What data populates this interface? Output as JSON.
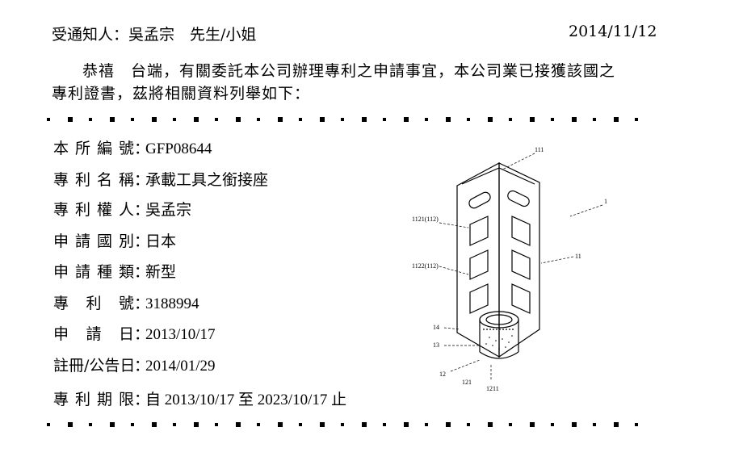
{
  "header": {
    "recipient_label": "受通知人：吳孟宗　先生/小姐",
    "date": "2014/11/12"
  },
  "greeting": {
    "line1": "恭禧　台端，有關委託本公司辦理專利之申請事宜，本公司業已接獲該國之",
    "line2": "專利證書，茲將相關資料列舉如下："
  },
  "fields": [
    {
      "label": "本所編號",
      "value": "GFP08644"
    },
    {
      "label": "專利名稱",
      "value": "承載工具之銜接座"
    },
    {
      "label": "專利權人",
      "value": "吳孟宗"
    },
    {
      "label": "申請國別",
      "value": "日本"
    },
    {
      "label": "申請種類",
      "value": "新型"
    },
    {
      "label": "專利號",
      "value": "3188994"
    },
    {
      "label": "申請日",
      "value": "2013/10/17"
    },
    {
      "label": "註冊/公告日",
      "value": "2014/01/29"
    },
    {
      "label": "專利期限",
      "value": "自 2013/10/17 至 2023/10/17 止"
    }
  ],
  "drawing": {
    "labels": {
      "l111": "111",
      "l1": "1",
      "l1121": "1121(112)",
      "l11": "11",
      "l1122": "1122(112)",
      "l14": "14",
      "l13": "13",
      "l12": "12",
      "l121": "121",
      "l1211": "1211"
    }
  }
}
